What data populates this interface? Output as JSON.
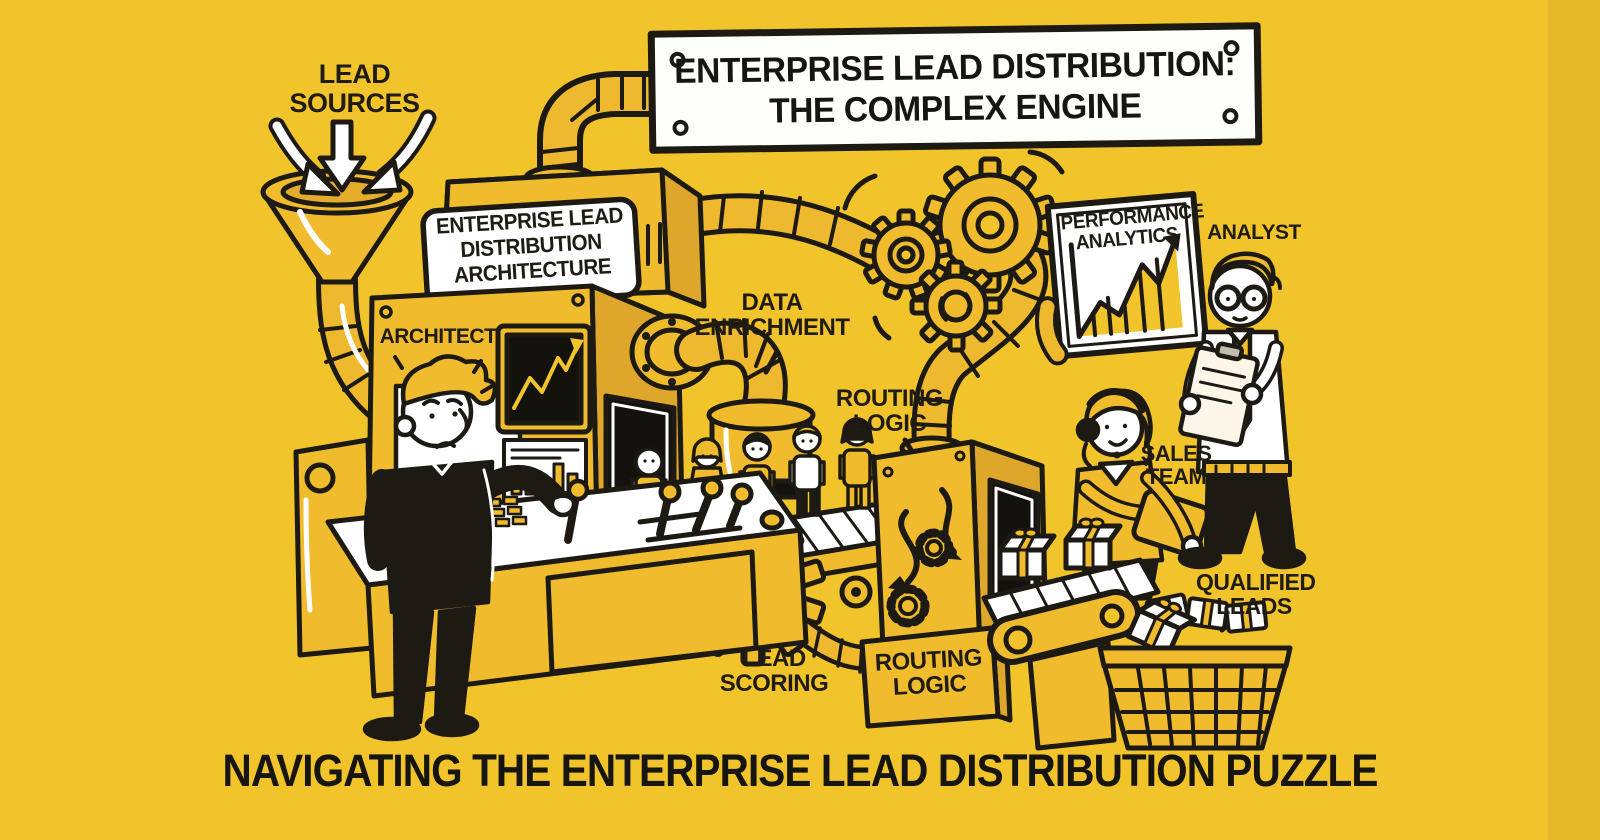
{
  "colors": {
    "background": "#F2C42B",
    "ink": "#1D1A14",
    "machine_gold": "#F0BC2E",
    "shadow_gold": "#DEA62B",
    "panel_white": "#FFFFFF"
  },
  "banner": {
    "line1": "ENTERPRISE LEAD DISTRIBUTION:",
    "line2": "THE COMPLEX ENGINE"
  },
  "labels": {
    "lead_sources": {
      "line1": "LEAD",
      "line2": "SOURCES"
    },
    "architecture_sign": {
      "line1": "ENTERPRISE LEAD",
      "line2": "DISTRIBUTION",
      "line3": "ARCHITECTURE"
    },
    "architect": "ARCHITECT",
    "data_enrichment": {
      "line1": "DATA",
      "line2": "ENRICHMENT"
    },
    "routing_logic_upper": {
      "line1": "ROUTING",
      "line2": "LOGIC"
    },
    "performance_analytics": {
      "line1": "PERFORMANCE",
      "line2": "ANALYTICS"
    },
    "analyst": "ANALYST",
    "sales_team": {
      "line1": "SALES",
      "line2": "TEAM"
    },
    "qualified_leads": {
      "line1": "QUALIFIED",
      "line2": "LEADS"
    },
    "lead_scoring": {
      "line1": "LEAD",
      "line2": "SCORING"
    },
    "routing_logic_box": {
      "line1": "ROUTING",
      "line2": "LOGIC"
    }
  },
  "caption": "NAVIGATING THE ENTERPRISE LEAD DISTRIBUTION PUZZLE",
  "illustration_elements": [
    "lead-funnel",
    "inbound-arrows",
    "factory-machine",
    "control-console",
    "architect-figure",
    "conveyor-belt-leads",
    "lead-people",
    "scoring-gear",
    "gear-cluster",
    "data-enrichment-pipe",
    "routing-tower",
    "routing-logic-box",
    "output-conveyor",
    "gift-wrapped-leads",
    "leads-basket",
    "sales-rep-with-headset",
    "analyst-with-clipboard",
    "performance-analytics-board"
  ]
}
